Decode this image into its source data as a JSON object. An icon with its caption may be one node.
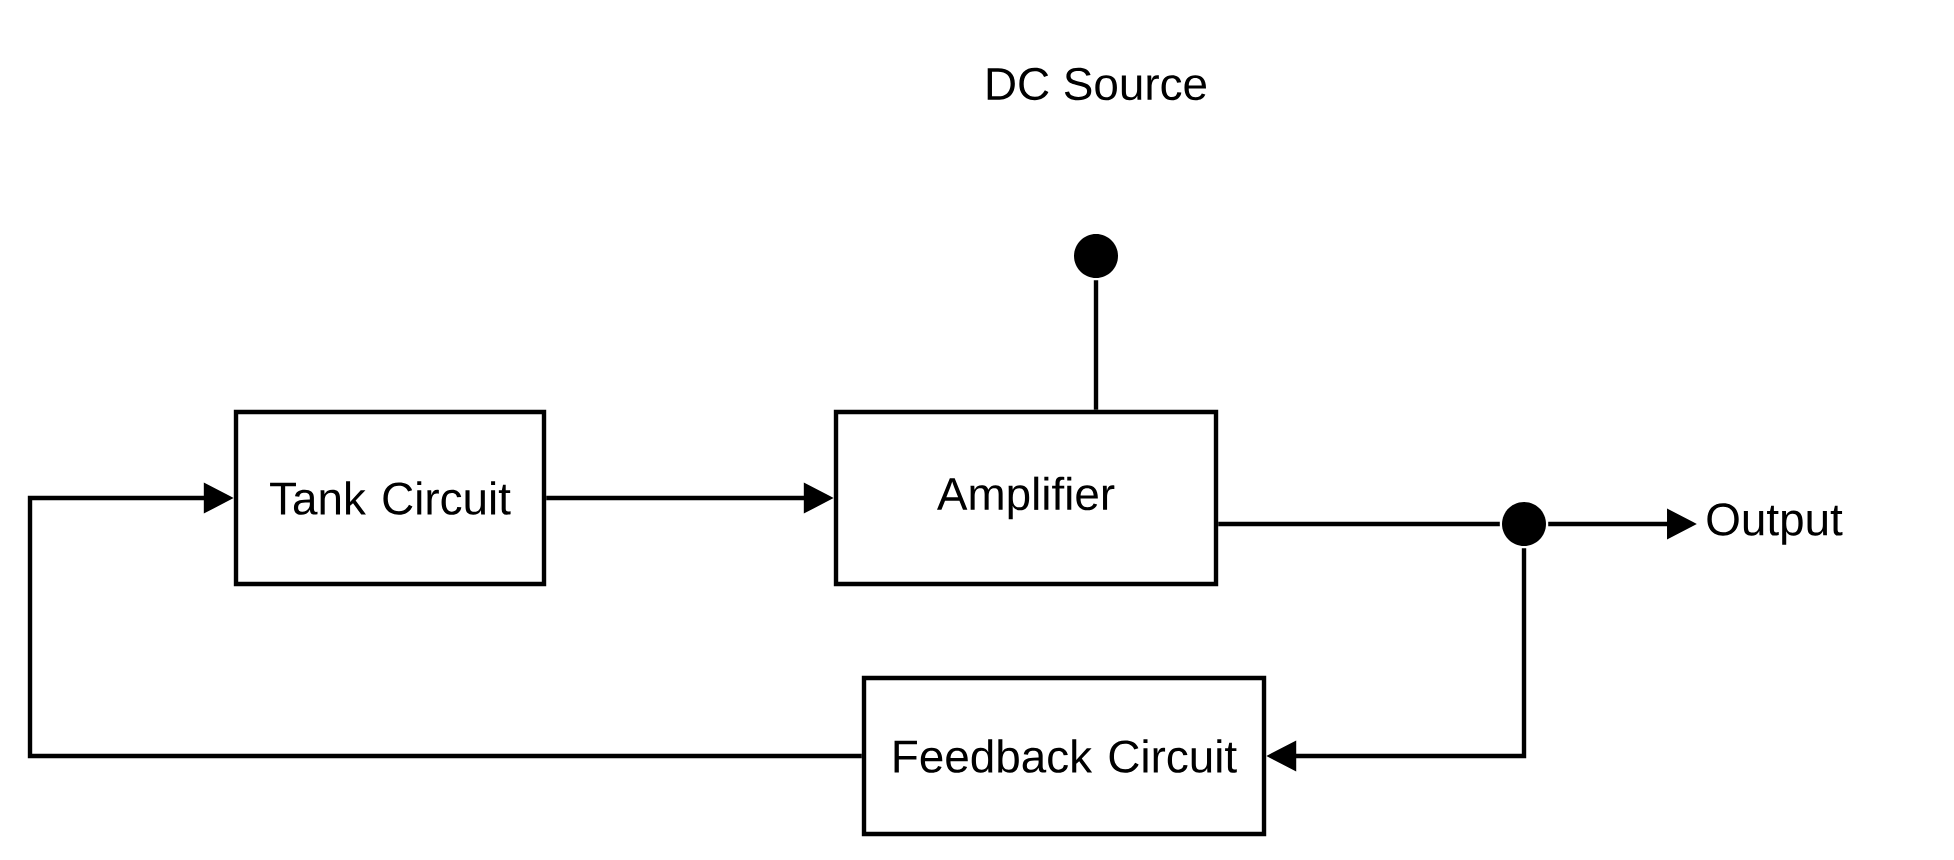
{
  "diagram": {
    "nodes": [
      {
        "text": [],
        "shape": "circle",
        "beside": [
          "DC Source"
        ]
      },
      {
        "text": [
          "Tank Circuit"
        ]
      },
      {
        "text": [
          "Amplifier"
        ]
      },
      {
        "text": [],
        "shape": "circle"
      },
      {
        "text": [
          "Output"
        ]
      },
      {
        "text": [
          "Feedback Circuit"
        ]
      }
    ],
    "edges": [
      {
        "from": 0,
        "to": 2,
        "arrow": "none"
      },
      {
        "from": 1,
        "to": 2,
        "arrow": "to"
      },
      {
        "from": 2,
        "to": 3,
        "arrow": "none"
      },
      {
        "from": 3,
        "to": 4,
        "arrow": "to"
      },
      {
        "from": 3,
        "to": 5,
        "arrow": "to"
      },
      {
        "from": 5,
        "to": 1,
        "arrow": "to"
      }
    ]
  }
}
